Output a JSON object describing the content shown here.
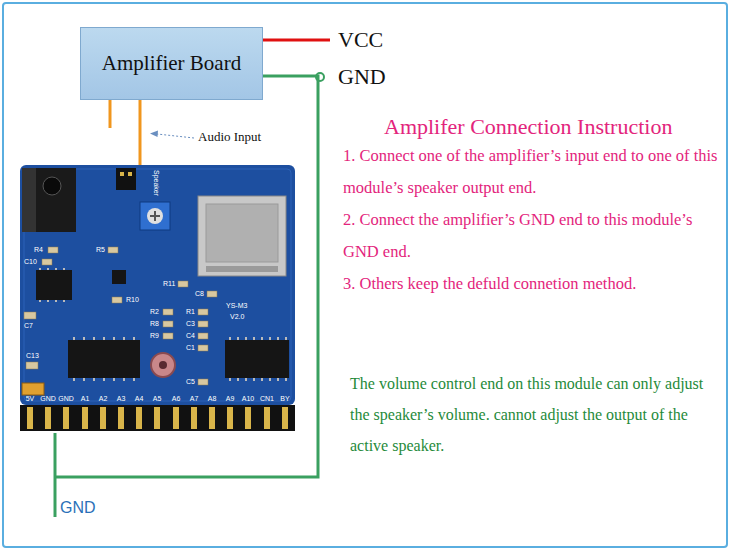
{
  "diagram": {
    "title": "Amplifer Connection Instruction",
    "nodes": [
      {
        "text": [
          "Amplifier Board"
        ]
      }
    ],
    "labels": [
      "VCC",
      "GND",
      "Audio Input",
      "1. Connect one of the amplifier’s input end to one of this module’s speaker output end.",
      "2. Connect the amplifier’s GND end to this module’s GND end.",
      "3. Others keep the defuld connetion method.",
      "The volume control end on this module can only adjust the speaker’s volume. cannot adjust the output of the active speaker.",
      "GND",
      "Speaker",
      "YS-M3",
      "V2.0",
      "5V",
      "GND",
      "GND",
      "A1",
      "A2",
      "A3",
      "A4",
      "A5",
      "A6",
      "A7",
      "A8",
      "A9",
      "A10",
      "CN1",
      "BY",
      "R4",
      "C10",
      "R5",
      "C7",
      "C13",
      "R10",
      "R11",
      "C8",
      "R2",
      "R8",
      "R9",
      "R1",
      "C3",
      "C4",
      "C1",
      "C5"
    ]
  }
}
